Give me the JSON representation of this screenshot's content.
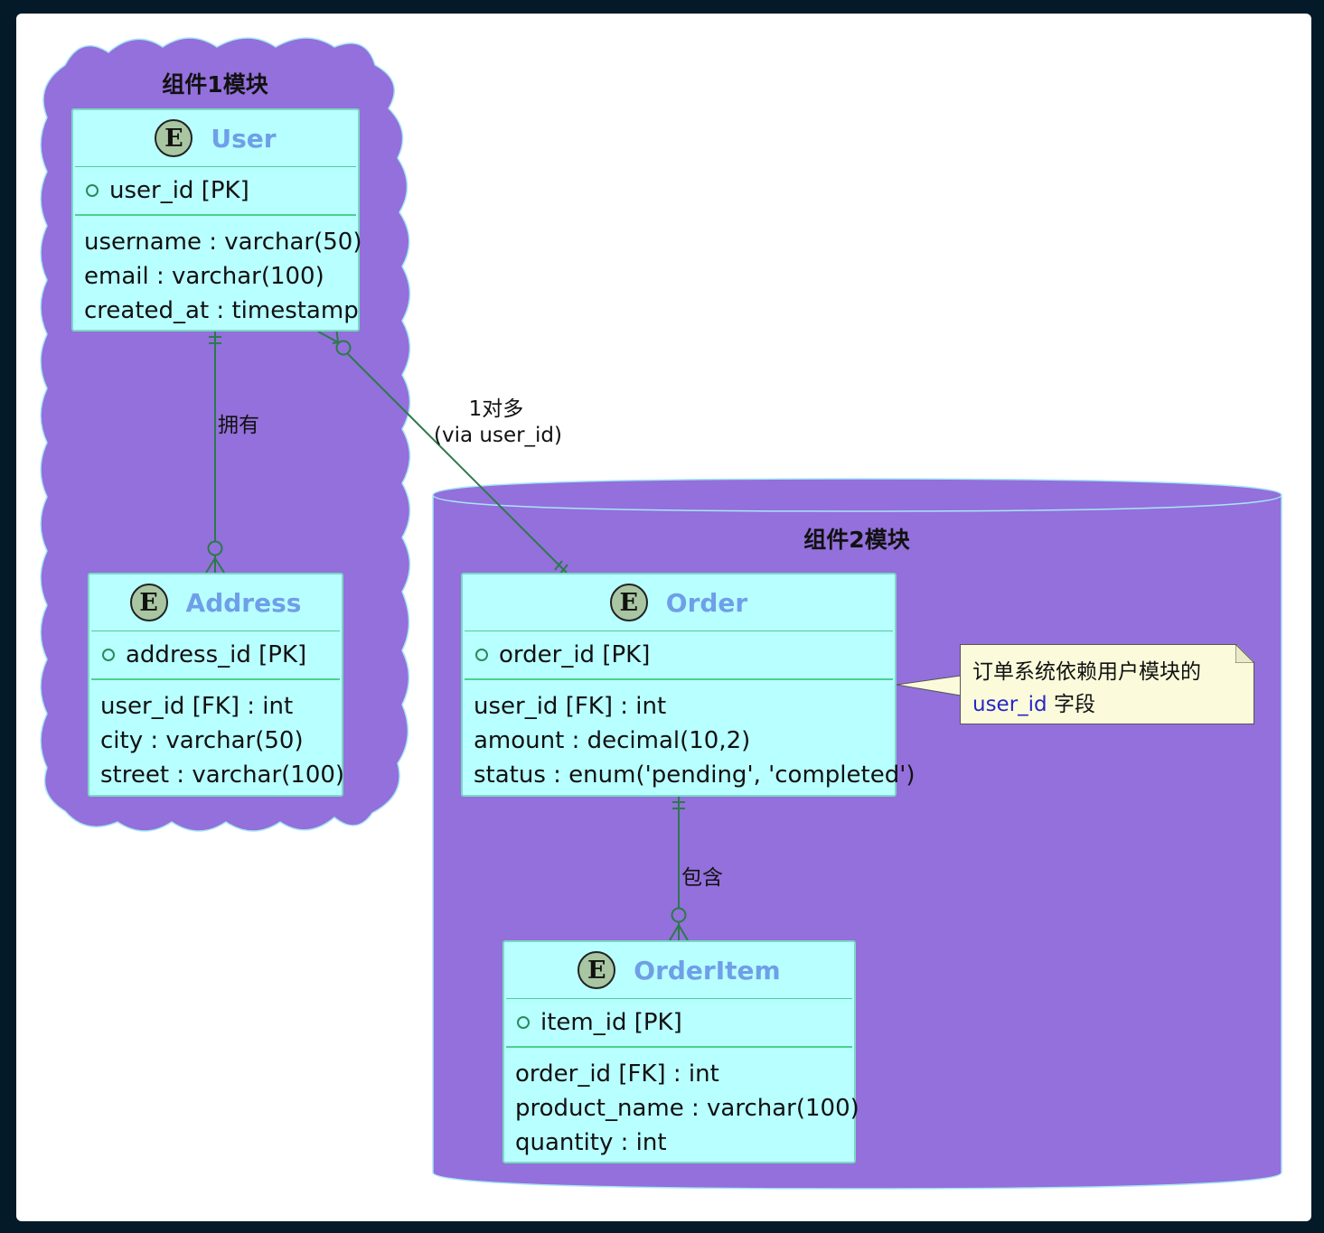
{
  "packages": [
    {
      "title": "组件1模块",
      "shape": "cloud"
    },
    {
      "title": "组件2模块",
      "shape": "database"
    }
  ],
  "entities": {
    "user": {
      "badge": "E",
      "name": "User",
      "pk": "user_id [PK]",
      "attrs": [
        "username : varchar(50)",
        "email : varchar(100)",
        "created_at : timestamp"
      ]
    },
    "address": {
      "badge": "E",
      "name": "Address",
      "pk": "address_id [PK]",
      "attrs": [
        "user_id [FK] : int",
        "city : varchar(50)",
        "street : varchar(100)"
      ]
    },
    "order": {
      "badge": "E",
      "name": "Order",
      "pk": "order_id [PK]",
      "attrs": [
        "user_id [FK] : int",
        "amount : decimal(10,2)",
        "status : enum('pending', 'completed')"
      ]
    },
    "orderitem": {
      "badge": "E",
      "name": "OrderItem",
      "pk": "item_id [PK]",
      "attrs": [
        "order_id [FK] : int",
        "product_name : varchar(100)",
        "quantity : int"
      ]
    }
  },
  "relations": [
    {
      "from": "User",
      "to": "Address",
      "label": "拥有"
    },
    {
      "from": "User",
      "to": "Order",
      "label_line1": "1对多",
      "label_line2": "(via user_id)"
    },
    {
      "from": "Order",
      "to": "OrderItem",
      "label": "包含"
    }
  ],
  "note": {
    "line1": "订单系统依赖用户模块的",
    "link_text": "user_id",
    "suffix": "字段"
  },
  "colors": {
    "package_fill": "#9370db",
    "entity_fill": "#b8ffff",
    "entity_name": "#6f9fe8",
    "relation_line": "#2b7a4b",
    "note_fill": "#fbfbdc",
    "background": "#041a28"
  }
}
